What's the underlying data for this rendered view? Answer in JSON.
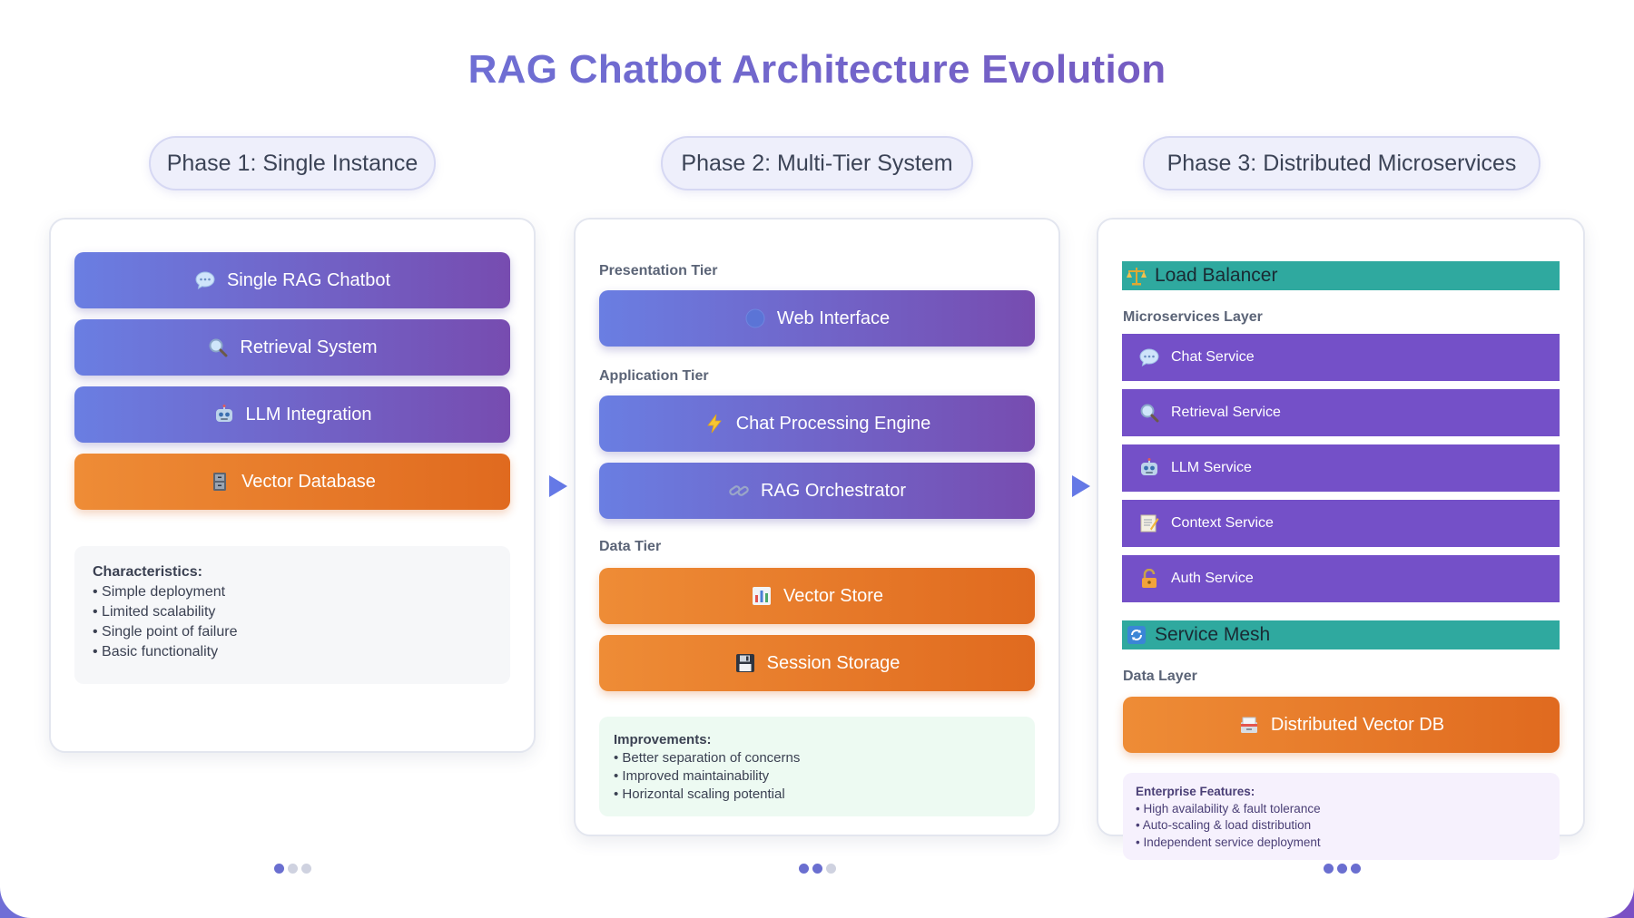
{
  "title": "RAG Chatbot Architecture Evolution",
  "phases": [
    {
      "label": "Phase 1: Single Instance",
      "blocks": [
        {
          "label": "Single RAG Chatbot",
          "icon": "speech-bubble-icon"
        },
        {
          "label": "Retrieval System",
          "icon": "magnifier-icon"
        },
        {
          "label": "LLM Integration",
          "icon": "robot-icon"
        },
        {
          "label": "Vector Database",
          "icon": "filing-cabinet-icon"
        }
      ],
      "info_heading": "Characteristics:",
      "info_items": [
        "• Simple deployment",
        "• Limited scalability",
        "• Single point of failure",
        "• Basic functionality"
      ]
    },
    {
      "label": "Phase 2: Multi-Tier System",
      "tiers": {
        "presentation": "Presentation Tier",
        "application": "Application Tier",
        "data": "Data Tier"
      },
      "blocks": [
        {
          "label": "Web Interface",
          "icon": "globe-icon"
        },
        {
          "label": "Chat Processing Engine",
          "icon": "lightning-icon"
        },
        {
          "label": "RAG Orchestrator",
          "icon": "link-icon"
        },
        {
          "label": "Vector Store",
          "icon": "bar-chart-icon"
        },
        {
          "label": "Session Storage",
          "icon": "floppy-disk-icon"
        }
      ],
      "info_heading": "Improvements:",
      "info_items": [
        "• Better separation of concerns",
        "• Improved maintainability",
        "• Horizontal scaling potential"
      ]
    },
    {
      "label": "Phase 3: Distributed Microservices",
      "load_balancer": "Load Balancer",
      "microservices_label": "Microservices Layer",
      "services": [
        {
          "label": "Chat Service",
          "icon": "speech-bubble-icon"
        },
        {
          "label": "Retrieval Service",
          "icon": "magnifier-icon"
        },
        {
          "label": "LLM Service",
          "icon": "robot-icon"
        },
        {
          "label": "Context Service",
          "icon": "memo-icon"
        },
        {
          "label": "Auth Service",
          "icon": "lock-icon"
        }
      ],
      "service_mesh": "Service Mesh",
      "data_layer_label": "Data Layer",
      "data_block": {
        "label": "Distributed Vector DB",
        "icon": "card-file-box-icon"
      },
      "info_heading": "Enterprise Features:",
      "info_items": [
        "• High availability & fault tolerance",
        "• Auto-scaling & load distribution",
        "• Independent service deployment"
      ]
    }
  ],
  "colors": {
    "purple_start": "#6a7ee2",
    "purple_end": "#774cb0",
    "orange": "#e97a2a",
    "service_purple": "#7450c8",
    "teal": "#2fa99f"
  }
}
